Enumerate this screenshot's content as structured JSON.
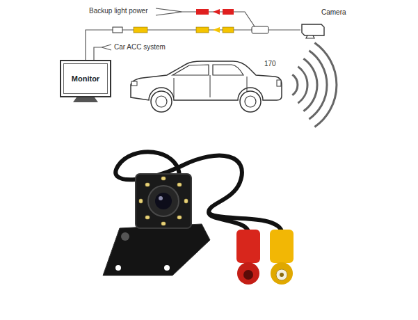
{
  "diagram": {
    "nodes": [
      {
        "text": [
          "Camera"
        ]
      },
      {
        "text": [
          "Monitor"
        ]
      }
    ],
    "edges": [
      {
        "from": 1,
        "to": 0,
        "arrow": "none"
      }
    ],
    "labels": [
      "Backup light power",
      "Car ACC system",
      "170"
    ]
  }
}
